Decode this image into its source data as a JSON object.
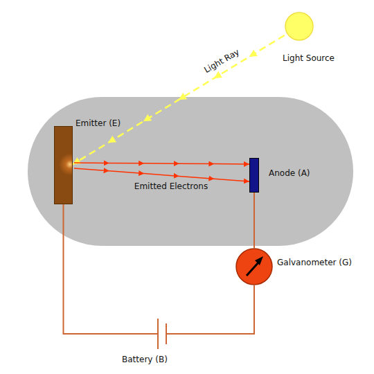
{
  "diagram": {
    "nodes": [
      {
        "text": [
          "Light Source"
        ]
      },
      {
        "text": [
          "Emitter (E)"
        ]
      },
      {
        "text": [
          "Anode (A)"
        ]
      },
      {
        "text": [
          "Galvanometer (G)"
        ]
      },
      {
        "text": [
          "Battery (B)"
        ]
      }
    ],
    "edges": [
      {
        "from": 0,
        "to": 1,
        "arrow": "to"
      },
      {
        "from": 1,
        "to": 2,
        "arrow": "to"
      },
      {
        "from": 1,
        "to": 2,
        "arrow": "to"
      },
      {
        "from": 1,
        "to": 4,
        "arrow": "none"
      },
      {
        "from": 4,
        "to": 3,
        "arrow": "none"
      },
      {
        "from": 3,
        "to": 2,
        "arrow": "none"
      }
    ],
    "labels": [
      "Light Ray",
      "Emitted Electrons"
    ]
  }
}
